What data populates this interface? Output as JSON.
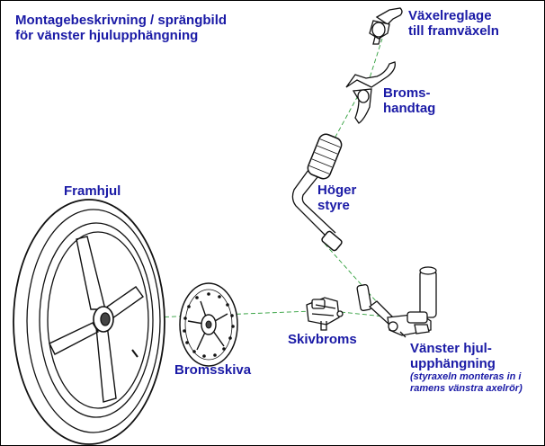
{
  "title": {
    "line1": "Montagebeskrivning / sprängbild",
    "line2": "för vänster hjulupphängning"
  },
  "parts": {
    "shifter": {
      "line1": "Växelreglage",
      "line2": "till framväxeln"
    },
    "brake_lever": {
      "line1": "Broms-",
      "line2": "handtag"
    },
    "handlebar": {
      "line1": "Höger",
      "line2": "styre"
    },
    "front_wheel": {
      "label": "Framhjul"
    },
    "brake_disc": {
      "label": "Bromsskiva"
    },
    "disc_brake": {
      "label": "Skivbroms"
    },
    "suspension": {
      "line1": "Vänster hjul-",
      "line2": "upphängning",
      "note_line1": "(styraxeln monteras in i",
      "note_line2": "ramens vänstra axelrör)"
    }
  },
  "colors": {
    "label": "#1a1aa6",
    "assembly_line": "#2e9e3a",
    "drawing": "#111111"
  }
}
